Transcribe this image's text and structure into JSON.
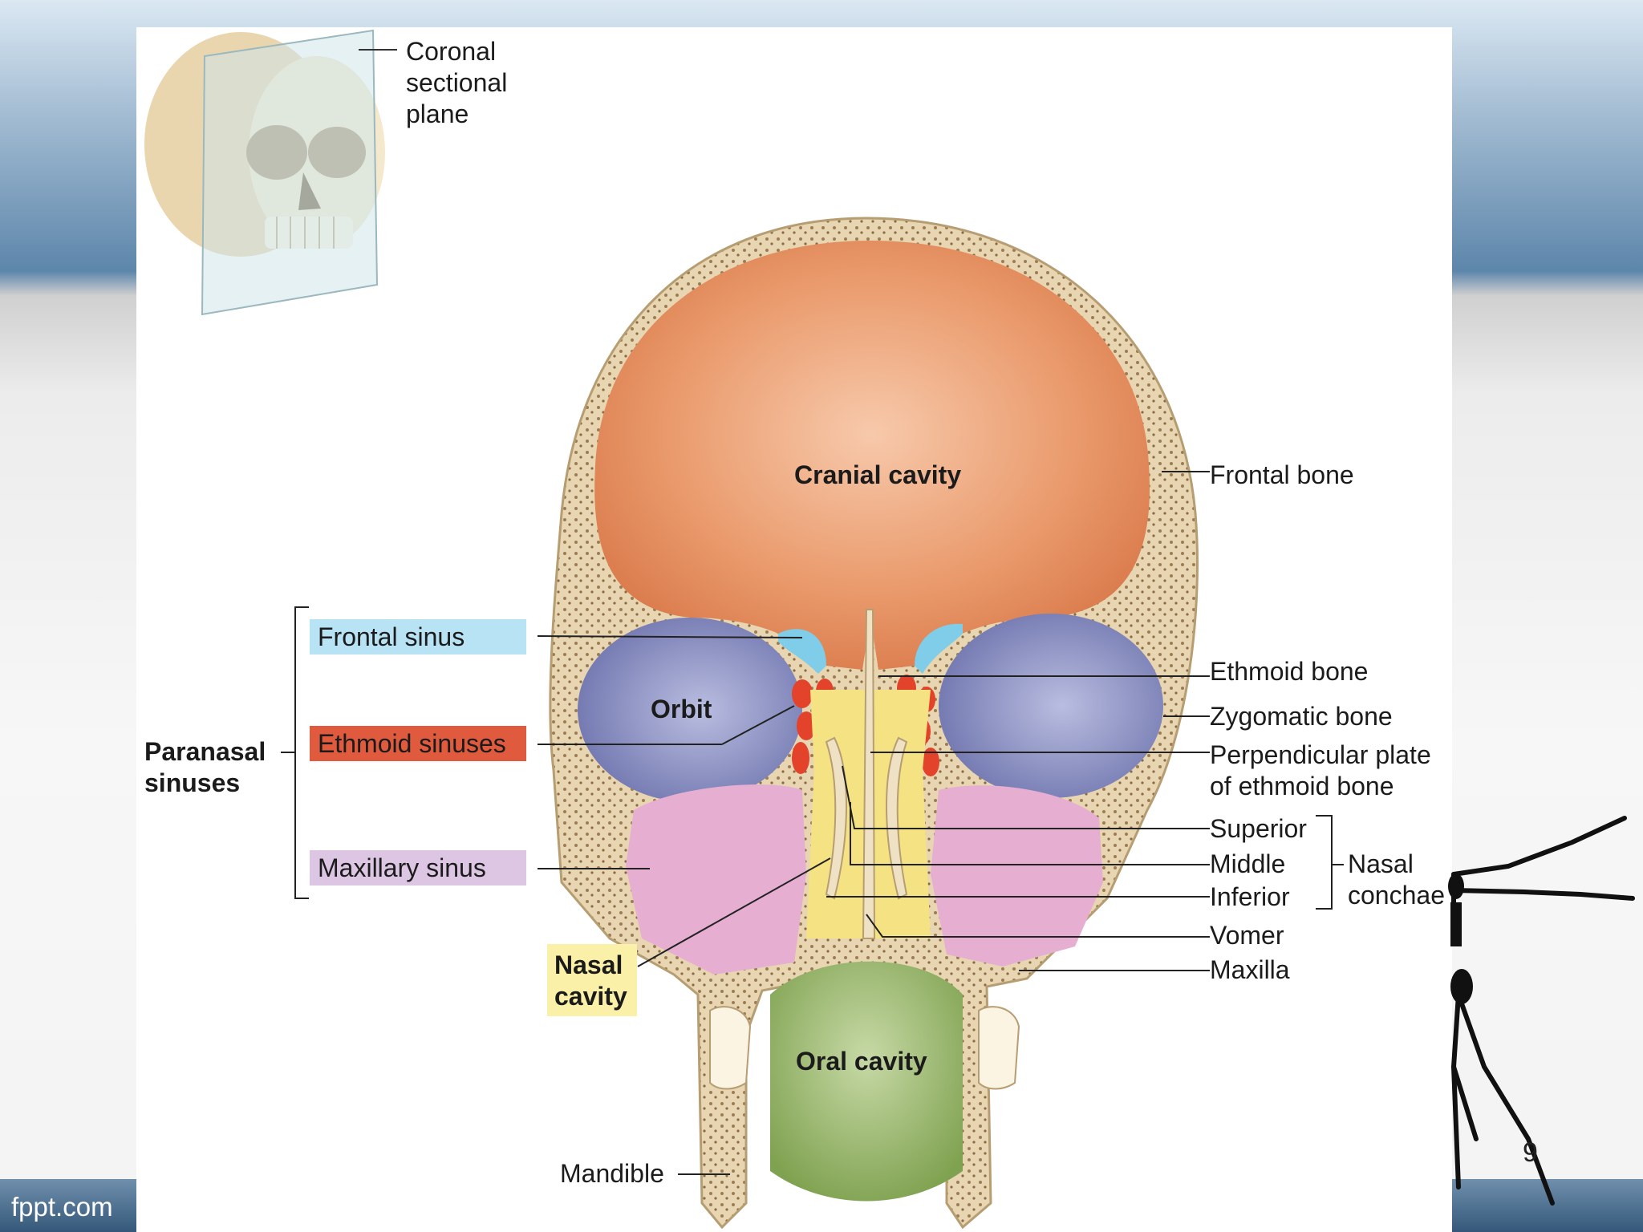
{
  "slide": {
    "footer_brand": "fppt.com",
    "page_number": "9"
  },
  "diagram": {
    "inset": {
      "label_line1": "Coronal",
      "label_line2": "sectional",
      "label_line3": "plane"
    },
    "regions": {
      "cranial_cavity": "Cranial cavity",
      "orbit": "Orbit",
      "oral_cavity": "Oral cavity",
      "nasal_cavity_line1": "Nasal",
      "nasal_cavity_line2": "cavity"
    },
    "paranasal": {
      "group_line1": "Paranasal",
      "group_line2": "sinuses",
      "frontal_sinus": "Frontal sinus",
      "ethmoid_sinuses": "Ethmoid sinuses",
      "maxillary_sinus": "Maxillary sinus"
    },
    "right_labels": {
      "frontal_bone": "Frontal bone",
      "ethmoid_bone": "Ethmoid bone",
      "zygomatic_bone": "Zygomatic  bone",
      "perpendicular_plate_line1": "Perpendicular plate",
      "perpendicular_plate_line2": "of ethmoid bone",
      "superior": "Superior",
      "middle": "Middle",
      "inferior": "Inferior",
      "nasal_conchae_line1": "Nasal",
      "nasal_conchae_line2": "conchae",
      "vomer": "Vomer",
      "maxilla": "Maxilla"
    },
    "bottom_labels": {
      "mandible": "Mandible"
    },
    "colors": {
      "bone": "#efe1c4",
      "cranial": "#e58d5c",
      "orbit": "#7a81b8",
      "frontal_sinus": "#7fcde8",
      "ethmoid_sinus": "#e2432a",
      "maxillary_sinus": "#e6aed0",
      "nasal": "#f5e383",
      "oral": "#8faf62",
      "frontal_sinus_box": "#b7e3f5",
      "ethmoid_box": "#e05a3d",
      "maxillary_box": "#ddc6e3",
      "nasal_box": "#faf0a8"
    }
  }
}
